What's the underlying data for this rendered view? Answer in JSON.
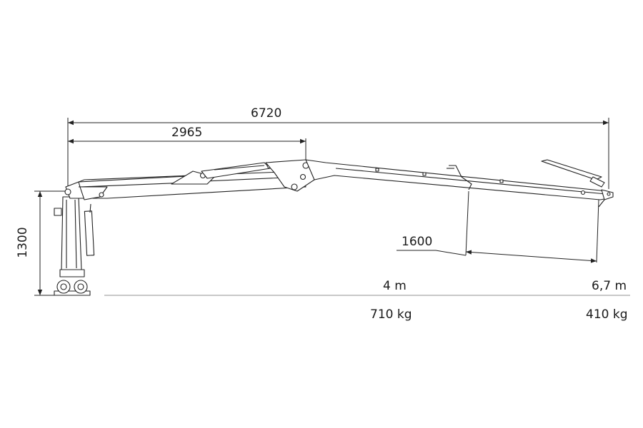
{
  "dimensions": {
    "total_reach": "6720",
    "inner_reach": "2965",
    "column_height": "1300",
    "extension_length": "1600"
  },
  "capacity": {
    "reach_1": "4 m",
    "load_1": "710 kg",
    "reach_2": "6,7 m",
    "load_2": "410 kg"
  },
  "colors": {
    "line": "#222222",
    "ground": "#c8c8c8"
  }
}
